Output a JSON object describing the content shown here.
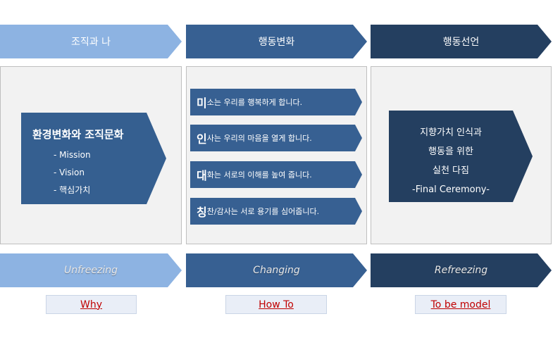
{
  "columns": [
    {
      "header": "조직과 나",
      "phase": "Unfreezing",
      "link": "Why"
    },
    {
      "header": "행동변화",
      "phase": "Changing",
      "link": "How To"
    },
    {
      "header": "행동선언",
      "phase": "Refreezing",
      "link": "To be model"
    }
  ],
  "unfreezing_box": {
    "title": "환경변화와 조직문화",
    "items": [
      "- Mission",
      "- Vision",
      "- 핵심가치"
    ]
  },
  "changing_items": [
    {
      "initial": "미",
      "text": "소는 우리를 행복하게 합니다."
    },
    {
      "initial": "인",
      "text": "사는 우리의 마음을 열게 합니다."
    },
    {
      "initial": "대",
      "text": "화는 서로의 이해를 높여 줍니다."
    },
    {
      "initial": "칭",
      "text": "찬/감사는 서로 용기를 심어줍니다."
    }
  ],
  "refreezing_box": {
    "lines": [
      "지향가치 인식과",
      "행동을 위한",
      "실천 다짐",
      "-Final Ceremony-"
    ]
  },
  "colors": {
    "light_blue": "#8db3e2",
    "mid_blue": "#376092",
    "dark_navy": "#243f60",
    "panel_gray": "#f2f2f2",
    "link_red": "#c00000"
  }
}
